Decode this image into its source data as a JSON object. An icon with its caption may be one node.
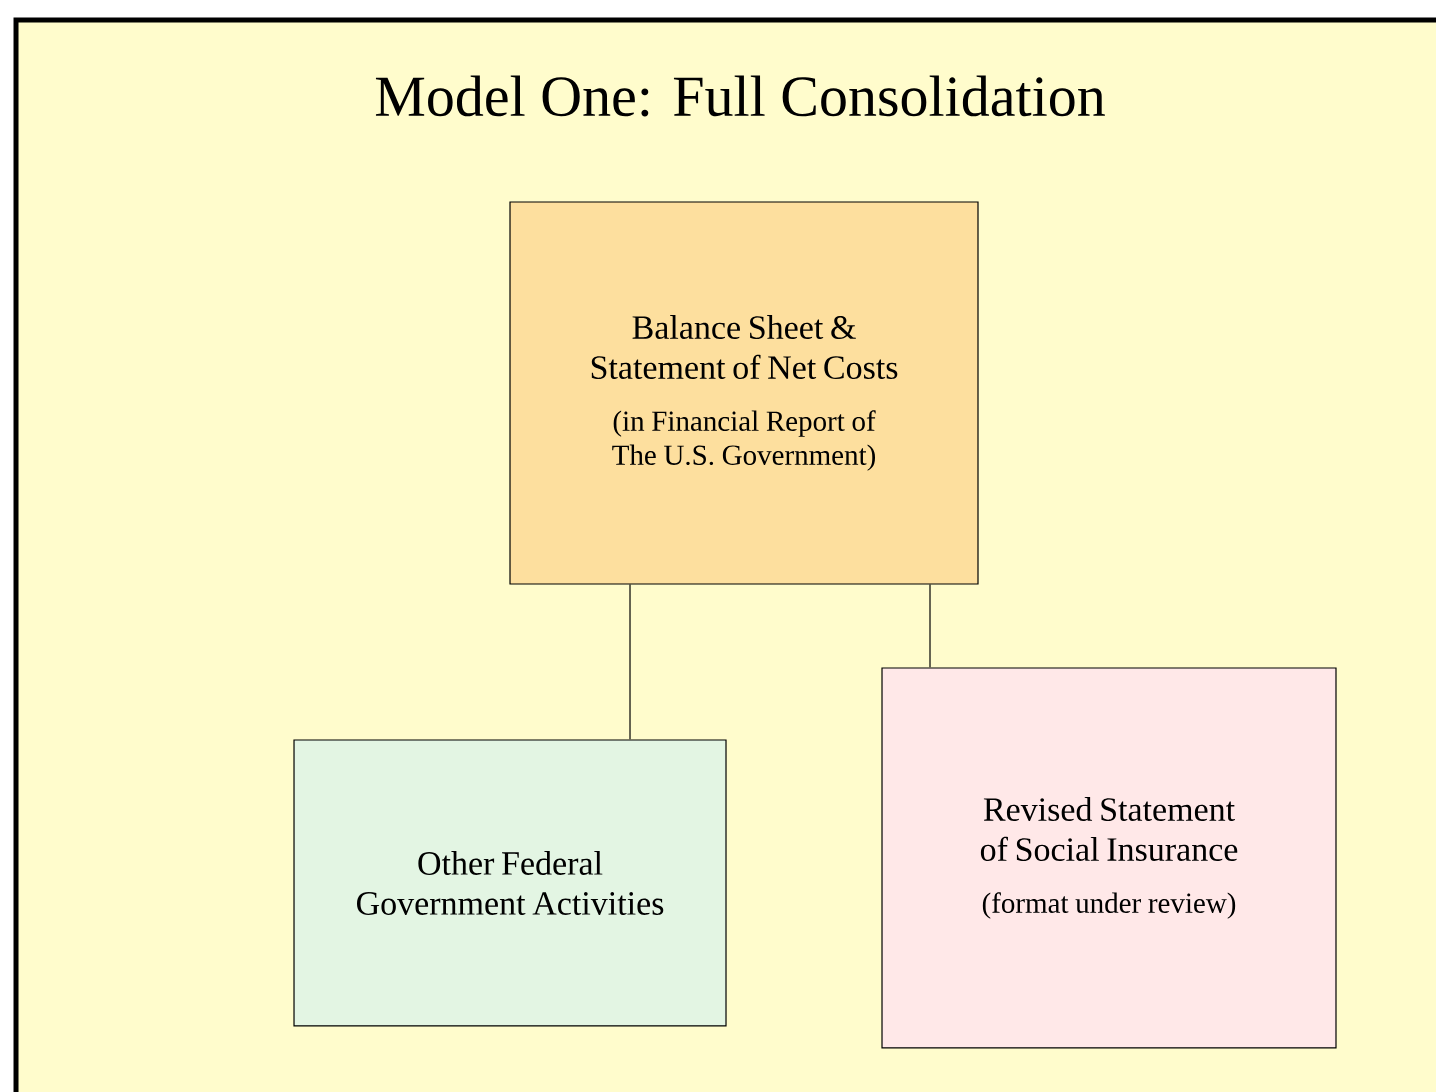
{
  "diagram": {
    "title": "Model One: Full Consolidation",
    "nodes": [
      {
        "text": [
          "Balance Sheet & Statement of Net Costs",
          "(in Financial Report of The U.S. Government)"
        ]
      },
      {
        "text": [
          "Other Federal Government Activities"
        ]
      },
      {
        "text": [
          "Revised Statement of Social Insurance",
          "(format under review)"
        ]
      }
    ],
    "edges": [
      {
        "from": 0,
        "to": 1,
        "arrow": "none"
      },
      {
        "from": 0,
        "to": 2,
        "arrow": "none"
      }
    ]
  }
}
